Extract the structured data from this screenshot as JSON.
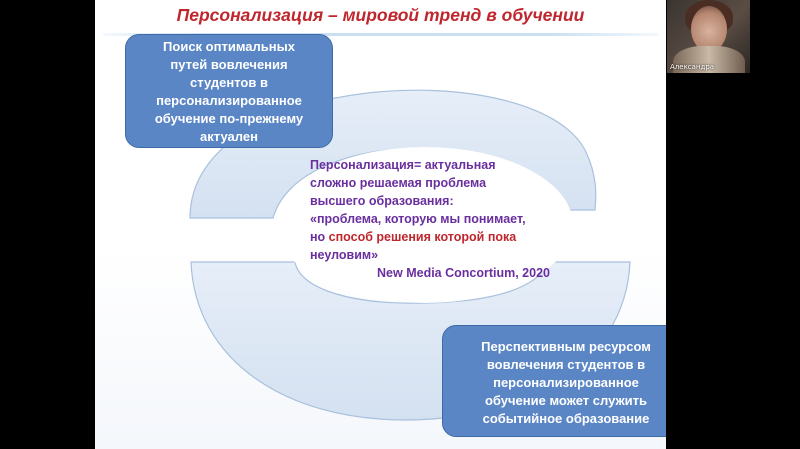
{
  "slide": {
    "title": "Персонализация – мировой тренд в обучении",
    "box_top_lines": [
      "Поиск оптимальных",
      "путей вовлечения",
      "студентов в",
      "персонализированное",
      "обучение по-прежнему",
      "актуален"
    ],
    "center": {
      "line1": "Персонализация= актуальная",
      "line2": "сложно решаемая проблема",
      "line3": "высшего  образования:",
      "line4": "«проблема, которую мы понимает,",
      "line5_prefix": "но ",
      "line5_red": "способ решения которой пока",
      "line6": "неуловим»",
      "citation": "New Media Concortium, 2020"
    },
    "box_bottom_lines": [
      "Перспективным ресурсом",
      "вовлечения студентов в",
      "персонализированное",
      "обучение может служить",
      "событийное  образование"
    ],
    "colors": {
      "title": "#c0262d",
      "box_fill": "#5b86c6",
      "center_text": "#6a2f9e",
      "highlight": "#c0262d",
      "ring": "#dce7f4"
    }
  },
  "webcam": {
    "participant_name": "Александра"
  }
}
